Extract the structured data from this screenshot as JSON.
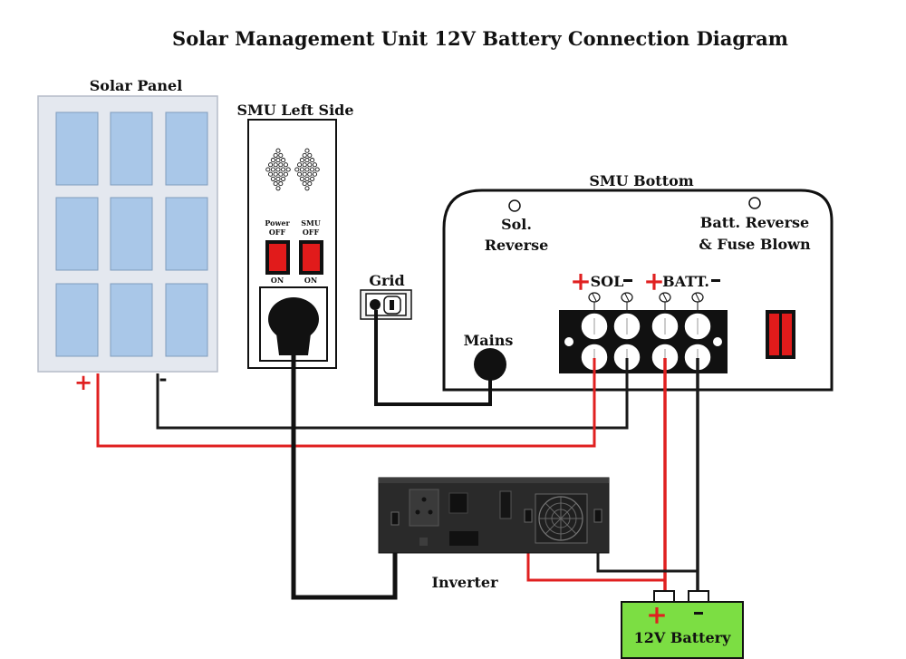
{
  "title": "Solar Management Unit 12V Battery Connection Diagram",
  "labels": {
    "solar_panel": "Solar Panel",
    "smu_left": "SMU Left Side",
    "smu_bottom": "SMU Bottom",
    "grid": "Grid",
    "mains": "Mains",
    "sol_reverse_1": "Sol.",
    "sol_reverse_2": "Reverse",
    "batt_reverse_1": "Batt. Reverse",
    "batt_reverse_2": "& Fuse Blown",
    "sol_terminal": "SOL",
    "batt_terminal": "BATT.",
    "inverter": "Inverter",
    "battery": "12V Battery",
    "plus": "+",
    "minus": "-",
    "power_switch_1": "Power",
    "power_switch_2": "OFF",
    "smu_switch_1": "SMU",
    "smu_switch_2": "OFF",
    "on": "ON"
  },
  "colors": {
    "panel_frame": "#e4e8ef",
    "panel_cell": "#a9c7e8",
    "wire_positive": "#e02020",
    "wire_negative": "#1a1a1a",
    "switch_red": "#e11b1b",
    "battery_green": "#7cde43",
    "inverter_body": "#2a2a2a"
  }
}
